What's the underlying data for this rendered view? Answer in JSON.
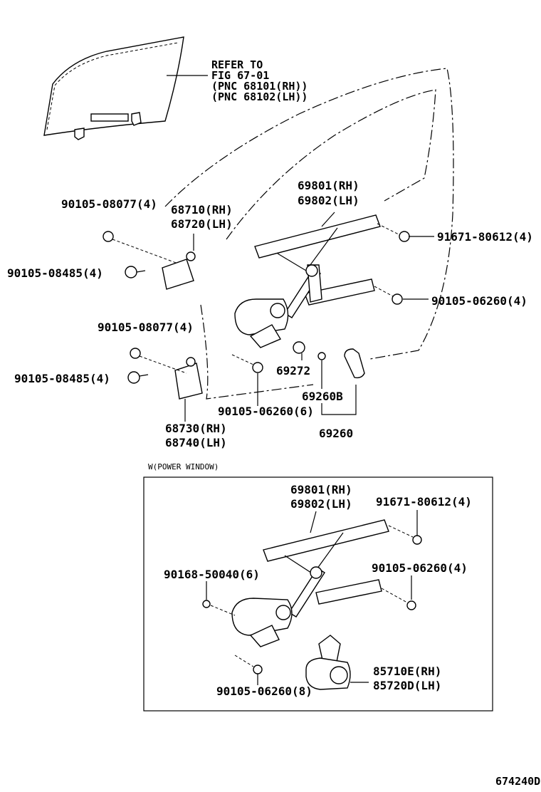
{
  "diagram": {
    "refer_note": {
      "lines": [
        "REFER TO",
        "FIG 67-01",
        "(PNC 68101(RH))",
        "(PNC 68102(LH))"
      ]
    },
    "labels": {
      "p69801_top": "69801(RH)",
      "p69802_top": "69802(LH)",
      "p68710": "68710(RH)",
      "p68720": "68720(LH)",
      "p90105_08077_a": "90105-08077(4)",
      "p90105_08485_a": "90105-08485(4)",
      "p91671_top": "91671-80612(4)",
      "p90105_06260_right": "90105-06260(4)",
      "p90105_08077_b": "90105-08077(4)",
      "p90105_08485_b": "90105-08485(4)",
      "p69272": "69272",
      "p69260b": "69260B",
      "p90105_06260_six": "90105-06260(6)",
      "p69260": "69260",
      "p68730": "68730(RH)",
      "p68740": "68740(LH)"
    },
    "inset": {
      "title": "W(POWER WINDOW)",
      "labels": {
        "p69801": "69801(RH)",
        "p69802": "69802(LH)",
        "p91671": "91671-80612(4)",
        "p90105_06260_four": "90105-06260(4)",
        "p90168": "90168-50040(6)",
        "p85710e": "85710E(RH)",
        "p85720d": "85720D(LH)",
        "p90105_06260_eight": "90105-06260(8)"
      }
    },
    "figure_code": "674240D"
  }
}
